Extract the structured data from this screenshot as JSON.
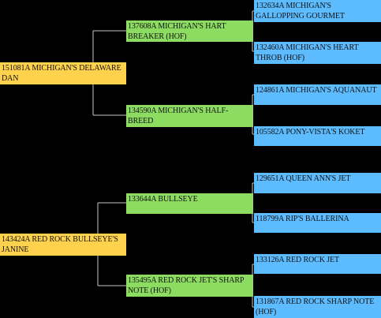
{
  "pedigree": {
    "colors": {
      "background": "#000000",
      "generation_1": "#ffd24d",
      "generation_2": "#8ddc62",
      "generation_3": "#5cbcff",
      "connector": "#c8c8c8"
    },
    "top_half": {
      "subject": "151081A MICHIGAN'S DELAWARE DAN",
      "sire": "137608A MICHIGAN'S HART BREAKER (HOF)",
      "dam": "134590A MICHIGAN'S HALF-BREED",
      "sire_sire": "132634A MICHIGAN'S GALLOPPING GOURMET",
      "sire_dam": "132460A MICHIGAN'S HEART THROB (HOF)",
      "dam_sire": "124861A MICHIGAN'S AQUANAUT",
      "dam_dam": "105582A PONY-VISTA'S KOKET"
    },
    "bottom_half": {
      "subject": "143424A RED ROCK BULLSEYE'S JANINE",
      "sire": "133644A BULLSEYE",
      "dam": "135495A RED ROCK JET'S SHARP NOTE (HOF)",
      "sire_sire": "129651A QUEEN ANN'S JET",
      "sire_dam": "118799A RIP'S BALLERINA",
      "dam_sire": "133126A RED ROCK JET",
      "dam_dam": "131867A RED ROCK SHARP NOTE (HOF)"
    }
  }
}
